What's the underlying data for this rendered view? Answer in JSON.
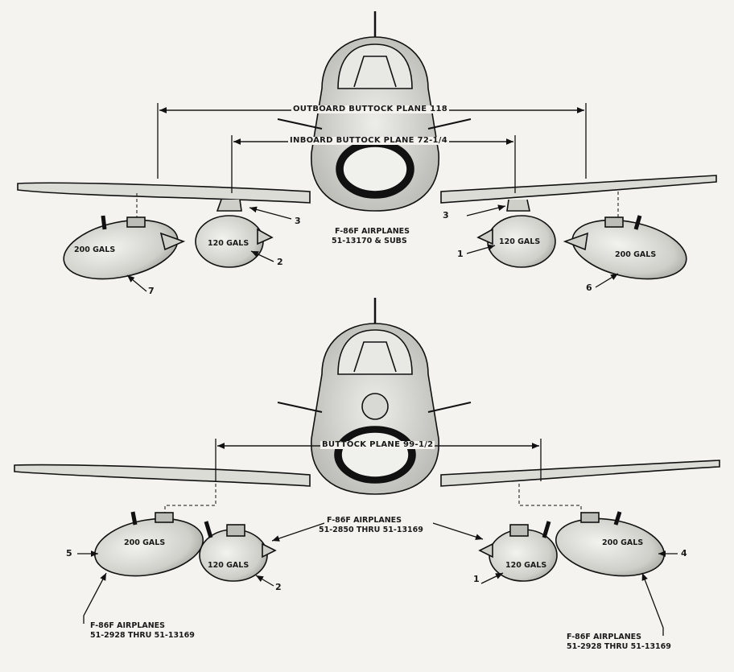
{
  "top": {
    "outboard_label": "OUTBOARD BUTTOCK PLANE 118",
    "inboard_label": "INBOARD BUTTOCK PLANE 72-1/4",
    "note_line1": "F-86F AIRPLANES",
    "note_line2": "51-13170 & SUBS",
    "tanks": [
      "200 GALS",
      "120 GALS",
      "120 GALS",
      "200 GALS"
    ],
    "callouts": [
      "3",
      "2",
      "3",
      "1",
      "7",
      "6"
    ]
  },
  "bottom": {
    "buttock_label": "BUTTOCK PLANE 99-1/2",
    "center_note_line1": "F-86F AIRPLANES",
    "center_note_line2": "51-2850 THRU 51-13169",
    "left_note_line1": "F-86F AIRPLANES",
    "left_note_line2": "51-2928 THRU 51-13169",
    "right_note_line1": "F-86F AIRPLANES",
    "right_note_line2": "51-2928 THRU 51-13169",
    "tanks": [
      "200 GALS",
      "120 GALS",
      "120 GALS",
      "200 GALS"
    ],
    "callouts": [
      "5",
      "2",
      "1",
      "4"
    ]
  }
}
